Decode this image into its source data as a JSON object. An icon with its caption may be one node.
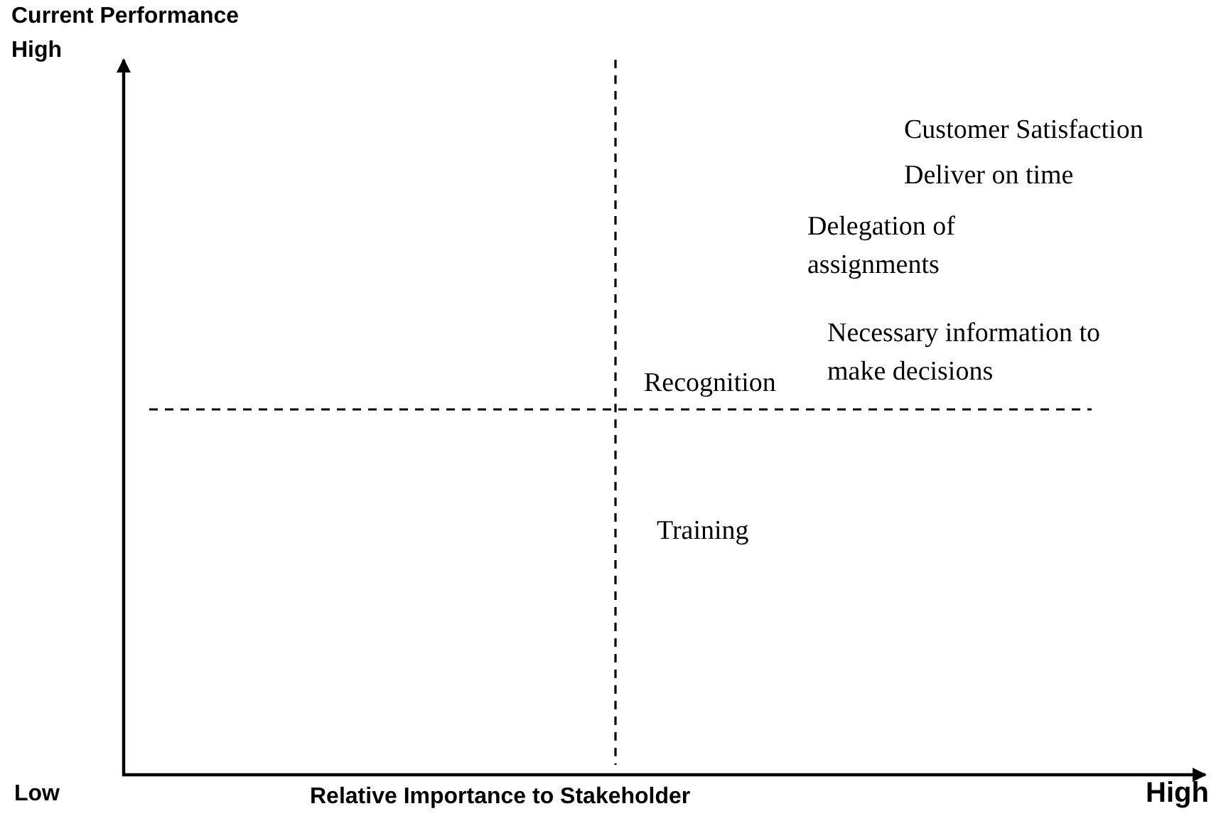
{
  "diagram": {
    "labels": [
      "Current Performance",
      "High",
      "Customer Satisfaction",
      "Deliver on time",
      "Delegation of assignments",
      "Necessary information to make decisions",
      "Recognition",
      "Training",
      "Low",
      "Relative Importance to Stakeholder",
      "High"
    ]
  }
}
